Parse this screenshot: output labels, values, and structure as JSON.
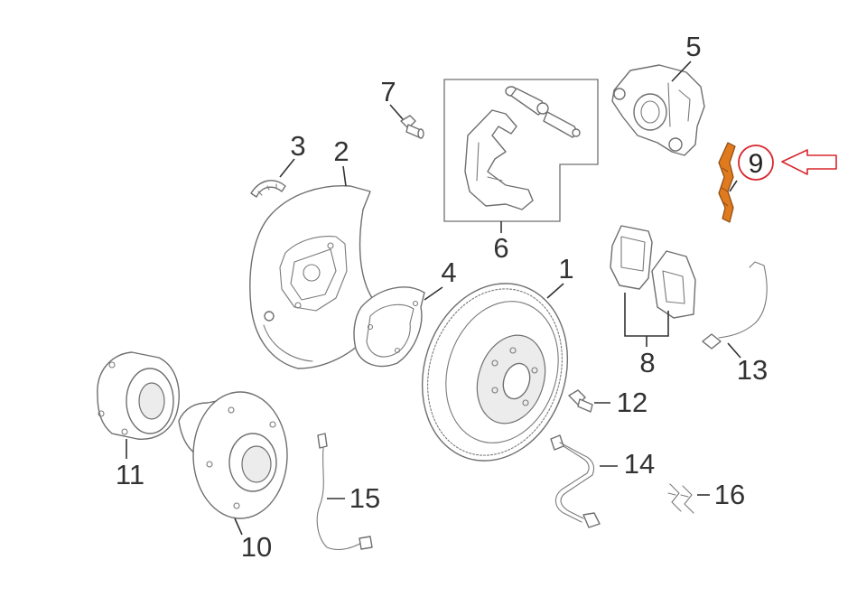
{
  "callouts": {
    "c1": "1",
    "c2": "2",
    "c3": "3",
    "c4": "4",
    "c5": "5",
    "c6": "6",
    "c7": "7",
    "c8": "8",
    "c9": "9",
    "c10": "10",
    "c11": "11",
    "c12": "12",
    "c13": "13",
    "c14": "14",
    "c15": "15",
    "c16": "16"
  },
  "highlight": {
    "part_number": "9",
    "part_color": "#e07a1f",
    "circle_color": "#d9262c",
    "arrow_color": "#d9262c",
    "arrow_direction": "left"
  },
  "line_color": "#6f6f6f",
  "text_color": "#333333"
}
